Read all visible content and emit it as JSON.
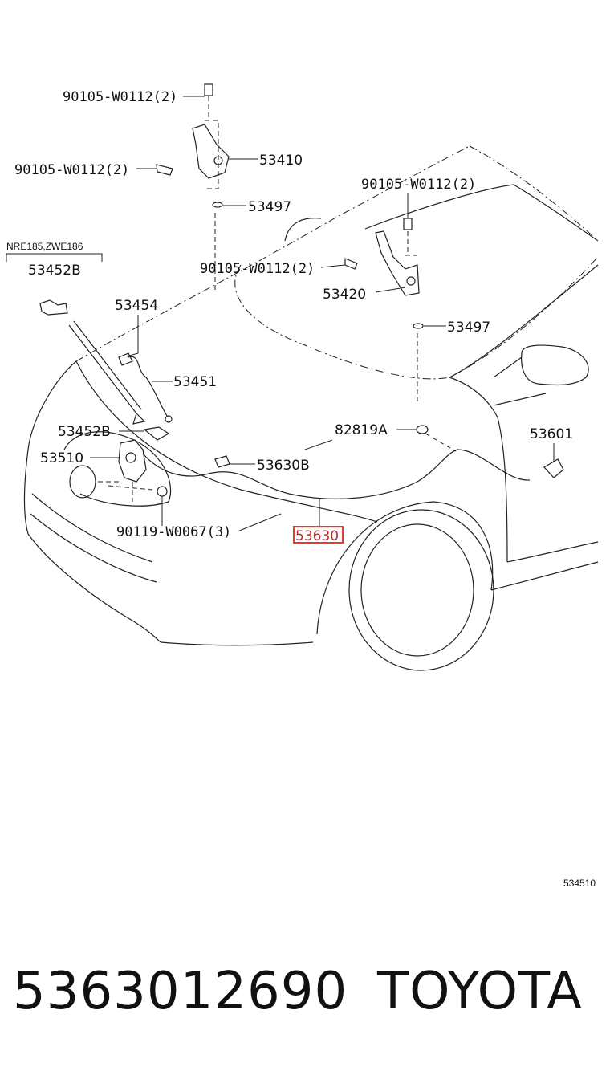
{
  "diagram": {
    "labels": {
      "bolt_top": "90105-W0112(2)",
      "bolt_left": "90105-W0112(2)",
      "hinge_lh": "53410",
      "washer_lh": "53497",
      "bolt_right_top": "90105-W0112(2)",
      "bolt_center": "90105-W0112(2)",
      "hinge_rh": "53420",
      "washer_rh": "53497",
      "variant_note": "NRE185,ZWE186",
      "bracket_variant": "53452B",
      "rod_holder": "53454",
      "support_rod": "53451",
      "bracket": "53452B",
      "lock": "53510",
      "clamp": "53630B",
      "grommet": "82819A",
      "lever": "53601",
      "bolt_lower": "90119-W0067(3)",
      "cable": "53630"
    },
    "highlighted_part": "53630",
    "highlight_color": "#e53935",
    "diagram_code": "534510"
  },
  "footer": {
    "part_number": "5363012690",
    "brand": "TOYOTA"
  }
}
